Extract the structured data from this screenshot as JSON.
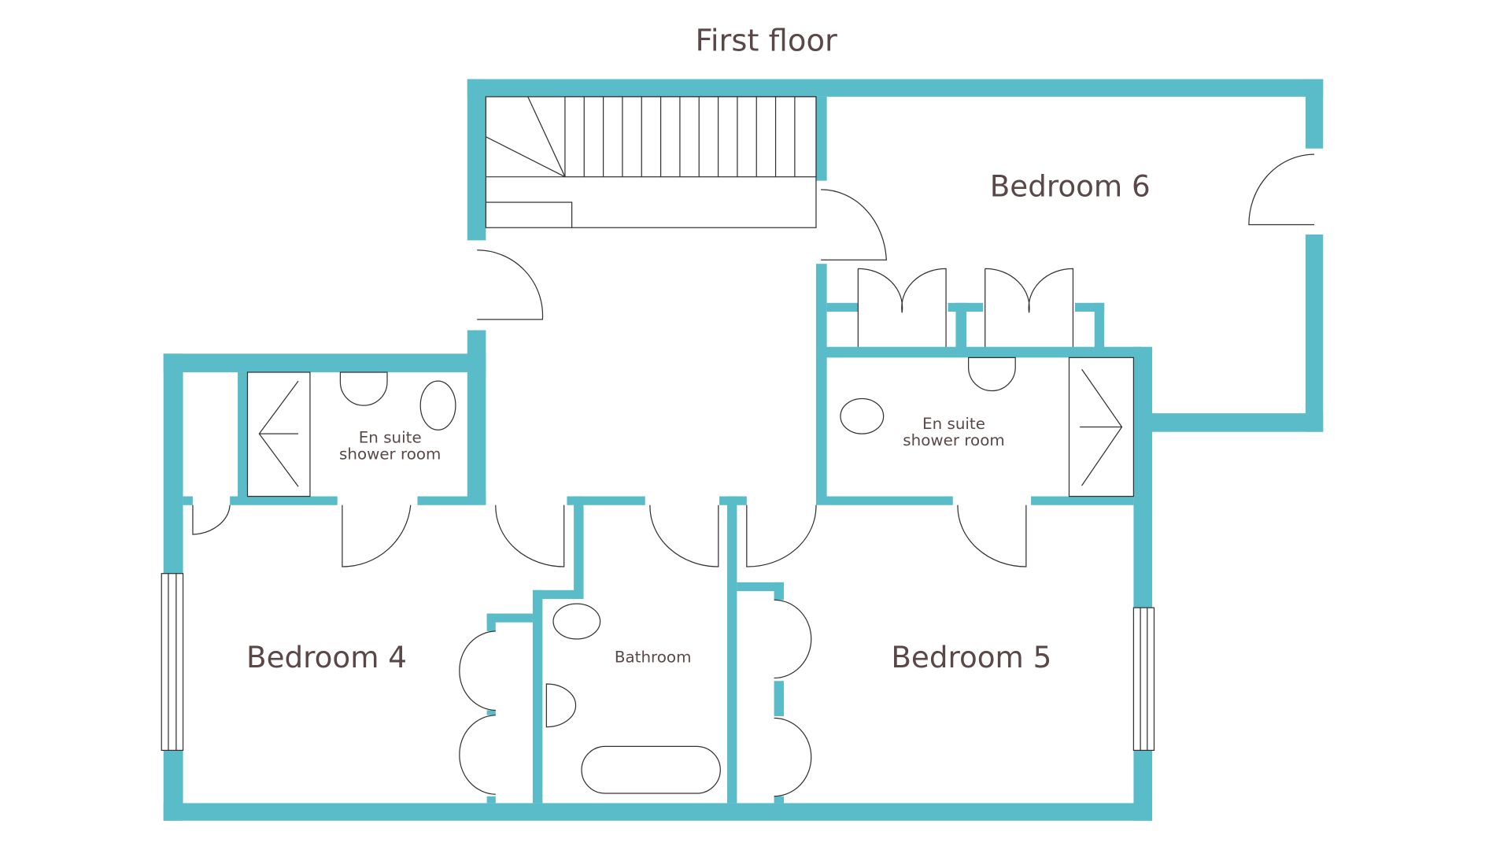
{
  "title": "First floor",
  "rooms": {
    "bedroom6": "Bedroom 6",
    "bedroom4": "Bedroom 4",
    "bedroom5": "Bedroom 5",
    "bathroom": "Bathroom",
    "ensuite_left": [
      "En suite",
      "shower room"
    ],
    "ensuite_right": [
      "En suite",
      "shower room"
    ]
  },
  "colors": {
    "wall": "#5bbcc9",
    "text": "#5a4848"
  }
}
